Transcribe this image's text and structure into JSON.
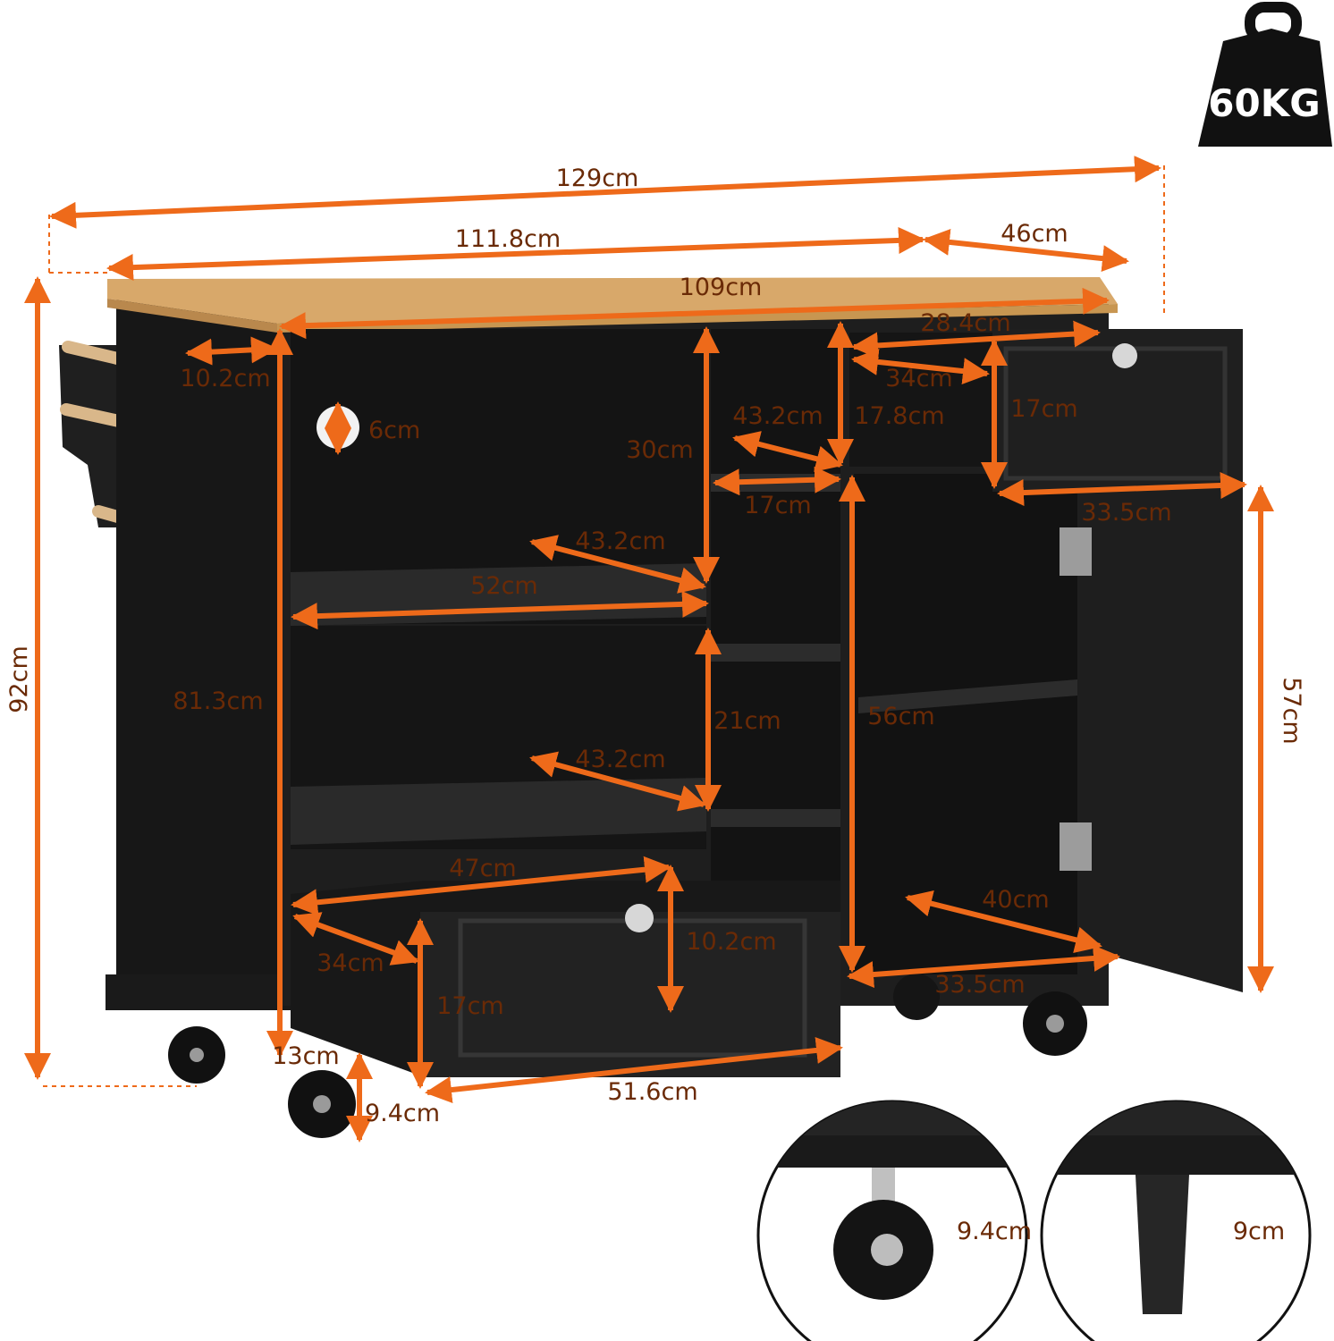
{
  "product": {
    "weight_capacity": "60KG"
  },
  "colors": {
    "cabinet": "#1c1c1c",
    "cabinet_inner": "#262626",
    "worktop": "#d8a86a",
    "arrow": "#ee6a1a",
    "label": "#6a2a06",
    "rail": "#d9b78a"
  },
  "icons": {
    "weight": "weight-icon"
  },
  "dimensions": {
    "total_width": "129cm",
    "top_width": "111.8cm",
    "depth": "46cm",
    "inner_width": "109cm",
    "total_height": "92cm",
    "rack_depth": "10.2cm",
    "hole": "6cm",
    "top_left_shelf_height": "30cm",
    "top_left_shelf_depth": "43.2cm",
    "top_left_shelf_width": "52cm",
    "left_side_height": "81.3cm",
    "mid_shelf_depth": "43.2cm",
    "mid_shelf_height": "21cm",
    "narrow_depth": "43.2cm",
    "narrow_height": "17.8cm",
    "narrow_width": "17cm",
    "drawer_right_width": "28.4cm",
    "drawer_right_depth": "34cm",
    "drawer_right_height": "17cm",
    "drawer_right_front_width": "33.5cm",
    "right_cabinet_height": "56cm",
    "right_door_height": "57cm",
    "right_cabinet_depth": "40cm",
    "right_cabinet_width": "33.5cm",
    "drawer_left_width": "47cm",
    "drawer_left_depth": "34cm",
    "drawer_left_inner_height": "10.2cm",
    "drawer_left_height": "17cm",
    "drawer_left_front_width": "51.6cm",
    "bottom_gap": "13cm",
    "wheel_height": "9.4cm",
    "inset_wheel_height": "9.4cm",
    "inset_leg_height": "9cm"
  }
}
